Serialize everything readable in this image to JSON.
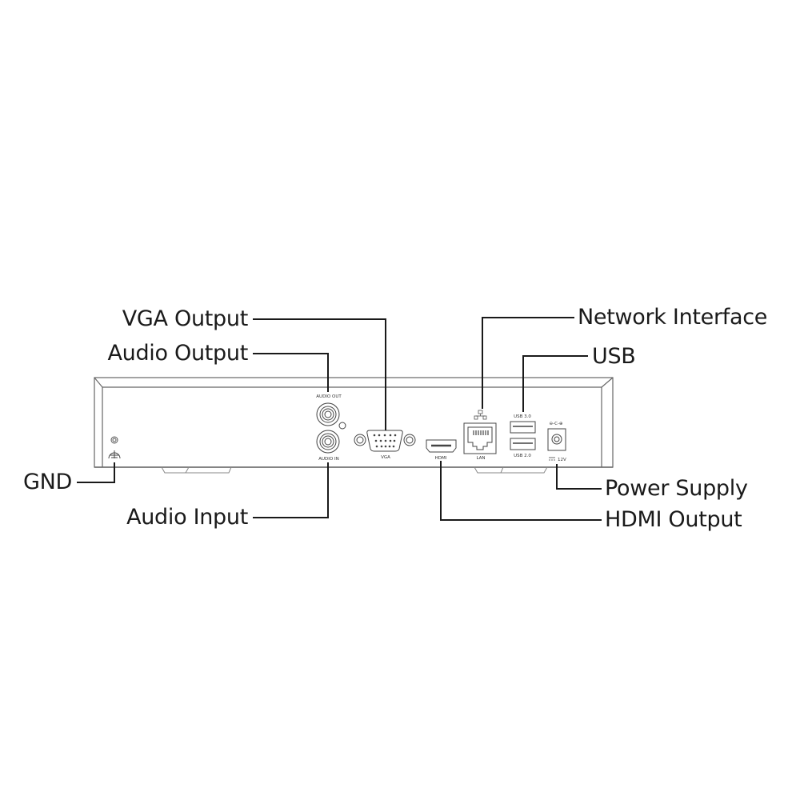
{
  "diagram": {
    "title": "NVR Rear Panel",
    "callouts": {
      "vga_output": "VGA Output",
      "audio_output": "Audio Output",
      "gnd": "GND",
      "audio_input": "Audio Input",
      "network_interface": "Network Interface",
      "usb": "USB",
      "power_supply": "Power Supply",
      "hdmi_output": "HDMI Output"
    },
    "panel_labels": {
      "audio_out": "AUDIO OUT",
      "audio_in": "AUDIO IN",
      "vga": "VGA",
      "hdmi": "HDMI",
      "lan": "LAN",
      "usb3": "USB 3.0",
      "usb2": "USB 2.0",
      "power_voltage": "12V",
      "polarity": "⊖-C-⊕"
    },
    "icons": {
      "ground": "ground-symbol",
      "network": "network-symbol"
    },
    "colors": {
      "line": "#1a1a1a",
      "outline": "#666666",
      "background": "#ffffff"
    }
  }
}
